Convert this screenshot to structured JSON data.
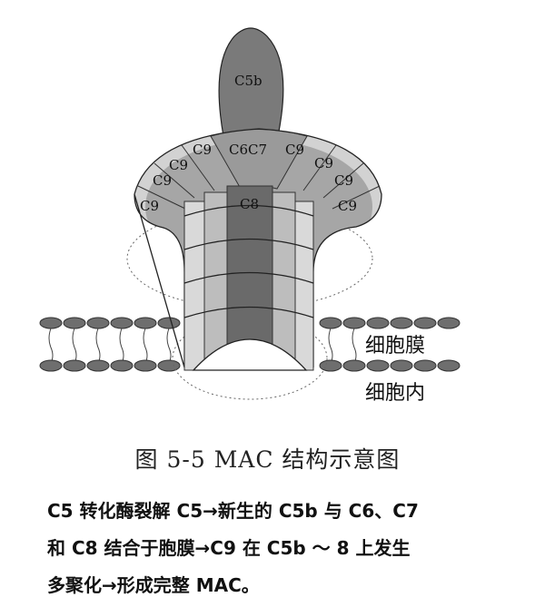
{
  "labels": {
    "c5b": "C5b",
    "c6c7": "C6C7",
    "c8": "C8",
    "c9": "C9",
    "membrane": "细胞膜",
    "intracellular": "细胞内"
  },
  "caption": "图 5-5 MAC 结构示意图",
  "description_lines": [
    "C5 转化酶裂解 C5→新生的 C5b 与 C6、C7",
    "和 C8 结合于胞膜→C9 在 C5b ～ 8 上发生",
    "多聚化→形成完整 MAC。"
  ],
  "colors": {
    "c5b": "#7a7a7a",
    "c6c7": "#9a9a9a",
    "c8": "#6a6a6a",
    "c9_dark": "#a6a6a6",
    "c9_light": "#d2d2d2",
    "lipid_head": "#6e6e6e"
  }
}
